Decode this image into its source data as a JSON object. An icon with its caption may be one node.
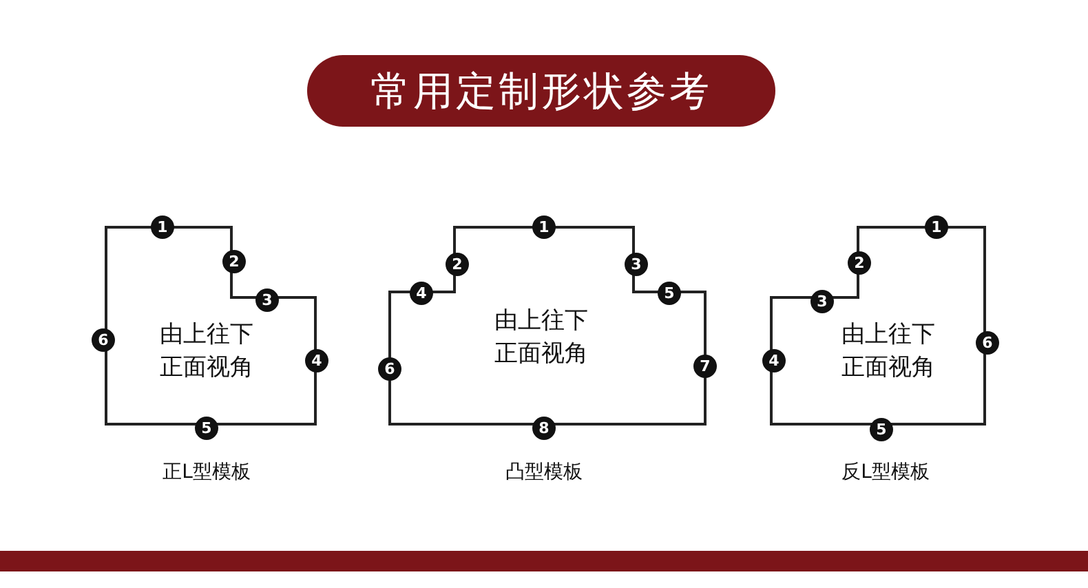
{
  "diagram": {
    "title": "常用定制形状参考",
    "nodes": [
      {
        "text": [
          "由上往下正面视角"
        ],
        "beside": [
          "正L型模板"
        ]
      },
      {
        "text": [
          "由上往下正面视角"
        ],
        "beside": [
          "凸型模板"
        ]
      },
      {
        "text": [
          "由上往下正面视角"
        ],
        "beside": [
          "反L型模板"
        ]
      }
    ],
    "labels": [
      "1",
      "2",
      "3",
      "6",
      "4",
      "5",
      "1",
      "2",
      "3",
      "4",
      "5",
      "6",
      "7",
      "8",
      "1",
      "2",
      "3",
      "6",
      "4",
      "5"
    ]
  }
}
